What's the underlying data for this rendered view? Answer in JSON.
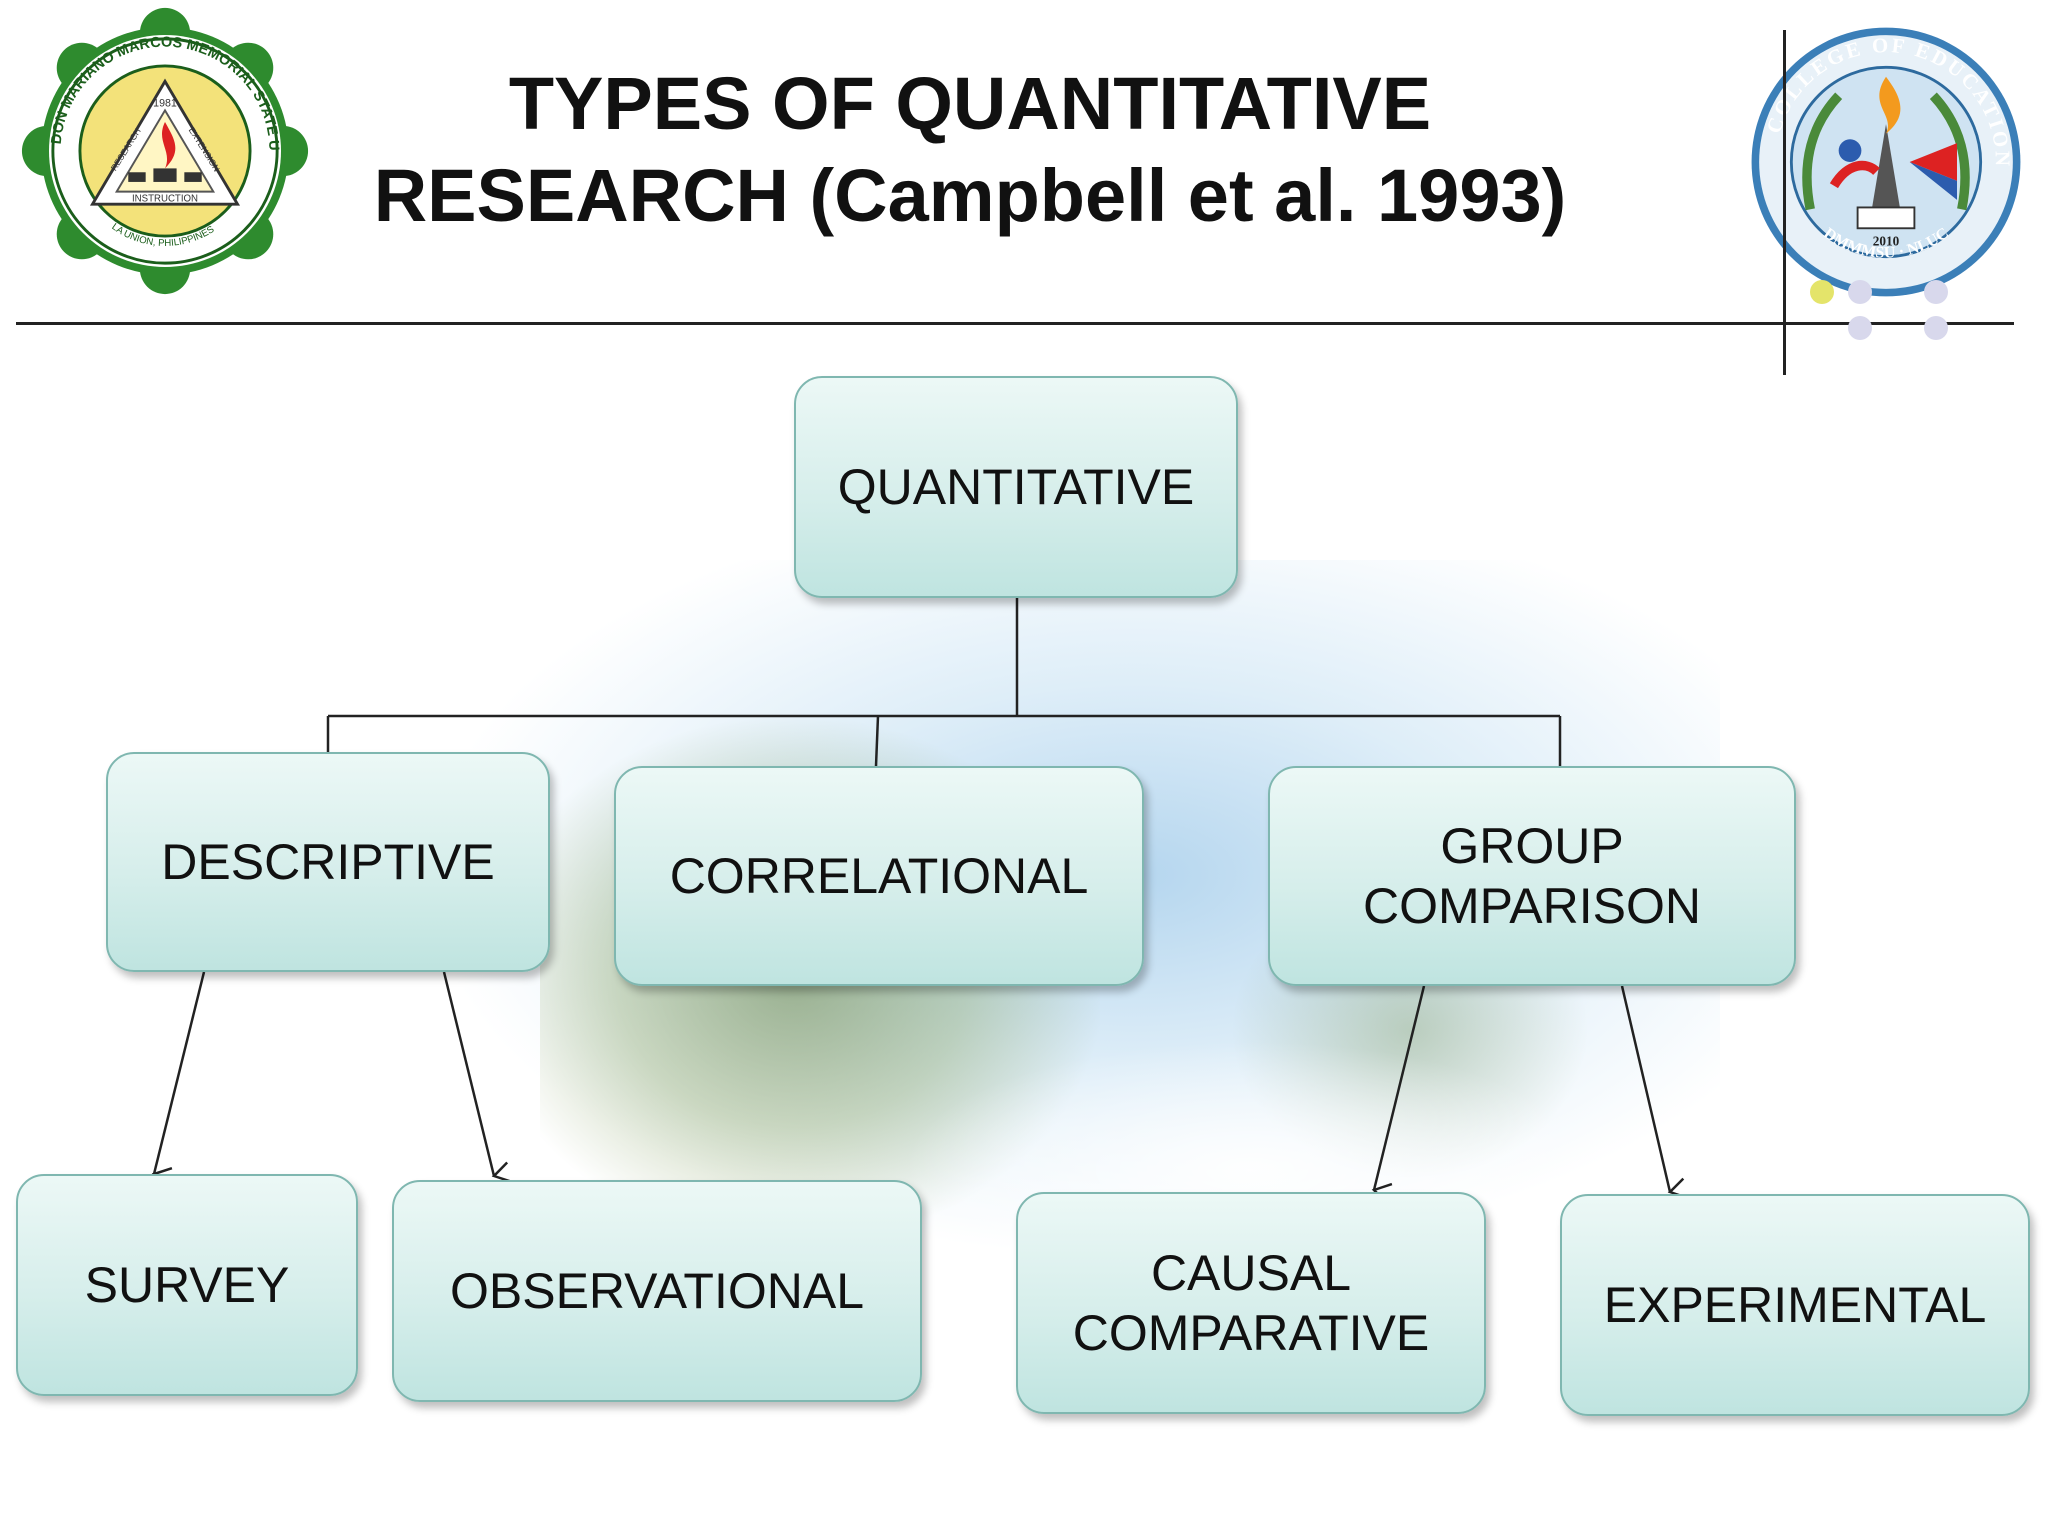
{
  "title": {
    "line1": "TYPES OF QUANTITATIVE",
    "line2": "RESEARCH (Campbell et al. 1993)"
  },
  "logos": {
    "left": {
      "arc_text": "DON MARIANO MARCOS MEMORIAL STATE UNIVERSITY",
      "triangle": [
        "RESEARCH",
        "EXTENSION",
        "INSTRUCTION"
      ],
      "year": "1981",
      "bottom_text": "LA UNION, PHILIPPINES",
      "colors": {
        "ring": "#2e8b2e",
        "inner": "#f3e27a"
      }
    },
    "right": {
      "arc_text": "COLLEGE OF EDUCATION",
      "bottom_text": "DMMMSU · NLUC",
      "year": "2010",
      "colors": {
        "ring": "#3b7fb8",
        "inner": "#cfe3f2"
      }
    }
  },
  "diagram": {
    "root": "QUANTITATIVE",
    "level1": [
      "DESCRIPTIVE",
      "CORRELATIONAL",
      "GROUP\nCOMPARISON"
    ],
    "level2": [
      "SURVEY",
      "OBSERVATIONAL",
      "CAUSAL\nCOMPARATIVE",
      "EXPERIMENTAL"
    ]
  },
  "colors": {
    "node_border": "#7fb7b0",
    "node_fill_top": "#ecf8f6",
    "node_fill_bottom": "#bfe4e0",
    "text": "#111111"
  }
}
